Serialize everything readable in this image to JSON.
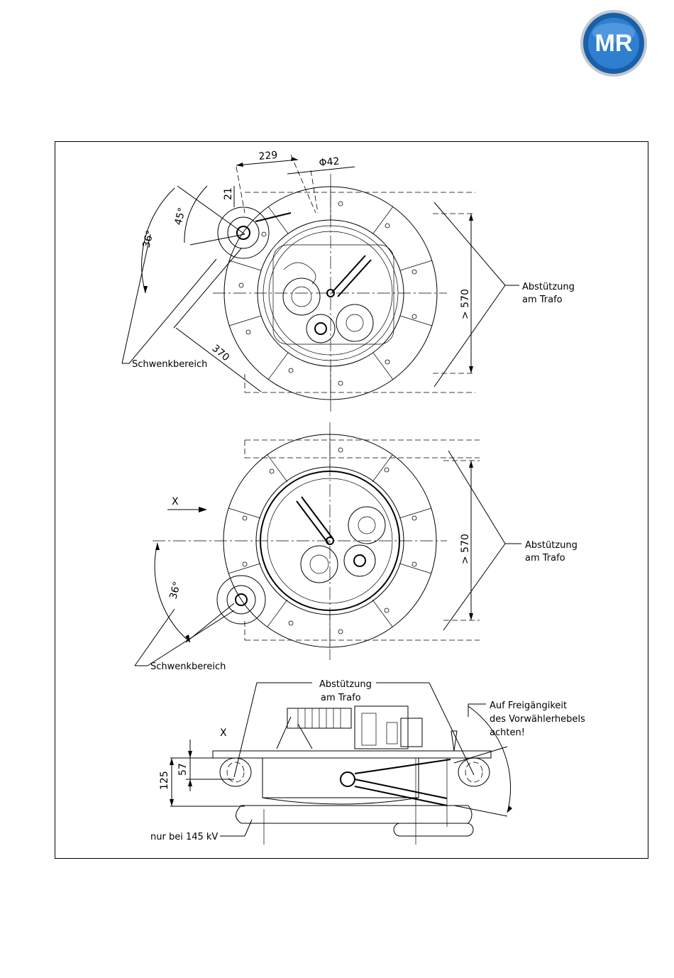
{
  "logo": {
    "text": "MR",
    "colors": {
      "outer": "#1a5fa8",
      "inner": "#2f7fd0",
      "ring": "#c0c8d0"
    }
  },
  "top_view": {
    "dim_229": "229",
    "dim_phi42": "Φ42",
    "dim_21": "21",
    "angle_45": "45°",
    "angle_36": "36°",
    "dim_370": "370",
    "dim_570": "> 570",
    "label_support_1": "Abstützung",
    "label_support_2": "am Trafo",
    "label_swing": "Schwenkbereich"
  },
  "middle_view": {
    "view_x": "X",
    "angle_36": "36°",
    "dim_570": "> 570",
    "label_support_1": "Abstützung",
    "label_support_2": "am Trafo",
    "label_swing": "Schwenkbereich"
  },
  "side_view": {
    "view_x": "X",
    "label_support_1": "Abstützung",
    "label_support_2": "am Trafo",
    "note_1": "Auf Freigängikeit",
    "note_2": "des Vorwählerhebels",
    "note_3": "achten!",
    "dim_125": "125",
    "dim_57": "57",
    "label_145": "nur bei 145 kV"
  }
}
